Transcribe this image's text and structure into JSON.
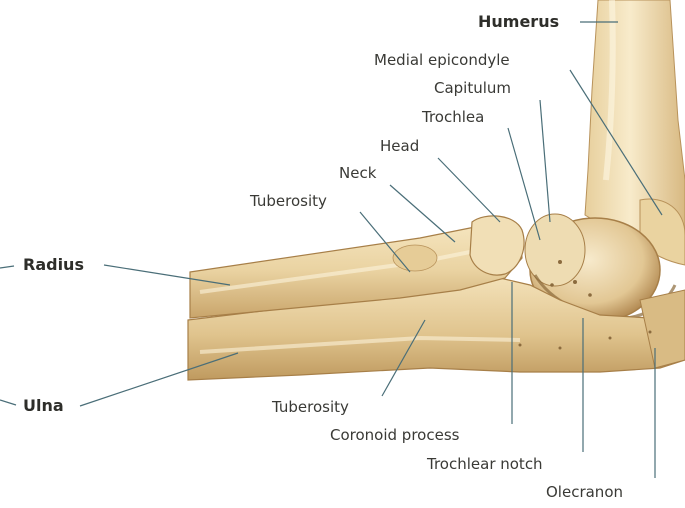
{
  "labels": {
    "humerus": "Humerus",
    "medial_epicondyle": "Medial epicondyle",
    "capitulum": "Capitulum",
    "trochlea": "Trochlea",
    "head": "Head",
    "neck": "Neck",
    "tuberosity_radius": "Tuberosity",
    "radius": "Radius",
    "ulna": "Ulna",
    "tuberosity_ulna": "Tuberosity",
    "coronoid_process": "Coronoid process",
    "trochlear_notch": "Trochlear notch",
    "olecranon": "Olecranon"
  },
  "colors": {
    "bone_light": "#f6e7c4",
    "bone_mid": "#e3c995",
    "bone_dark": "#b8925a",
    "leader_line": "#4a6e78",
    "label_text": "#3a3a36"
  }
}
